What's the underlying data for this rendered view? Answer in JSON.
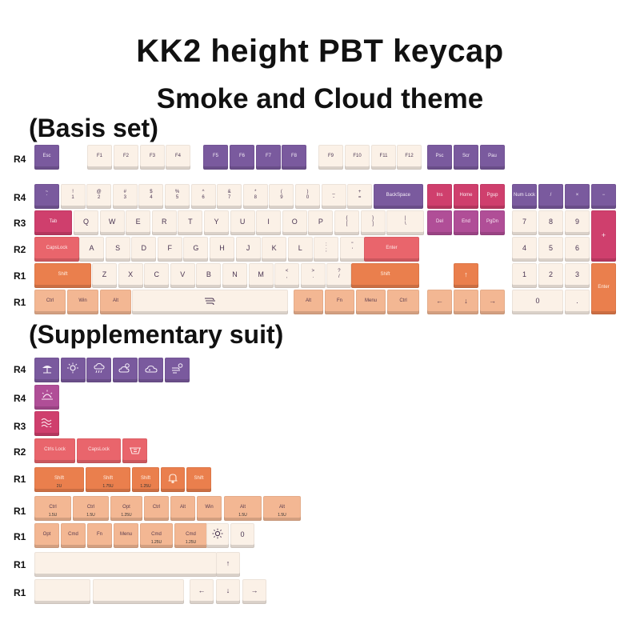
{
  "header": {
    "title": "KK2 height PBT keycap",
    "subtitle": "Smoke and Cloud theme",
    "basis_label": "(Basis set)",
    "supplementary_label": "(Supplementary suit)"
  },
  "colors": {
    "cream": "#fbf1e7",
    "purple": "#7a5a9e",
    "magenta": "#cf3f6d",
    "coral": "#e9656c",
    "orange": "#ea7f4d",
    "peach": "#f3b793",
    "violet": "#b04e97"
  },
  "basis_set": {
    "row_labels": [
      "R4",
      "R4",
      "R3",
      "R2",
      "R1",
      "R1"
    ],
    "function_row": [
      "Esc",
      "F1",
      "F2",
      "F3",
      "F4",
      "F5",
      "F6",
      "F7",
      "F8",
      "F9",
      "F10",
      "F11",
      "F12",
      "Psc",
      "Scr",
      "Pau"
    ],
    "number_row": [
      [
        "~",
        "`"
      ],
      [
        "!",
        "1"
      ],
      [
        "@",
        "2"
      ],
      [
        "#",
        "3"
      ],
      [
        "$",
        "4"
      ],
      [
        "%",
        "5"
      ],
      [
        "^",
        "6"
      ],
      [
        "&",
        "7"
      ],
      [
        "*",
        "8"
      ],
      [
        "(",
        "9"
      ],
      [
        ")",
        "0"
      ],
      [
        "_",
        "-"
      ],
      [
        "+",
        "="
      ],
      [
        "BackSpace"
      ]
    ],
    "top_row": [
      "Tab",
      "Q",
      "W",
      "E",
      "R",
      "T",
      "Y",
      "U",
      "I",
      "O",
      "P",
      [
        "{",
        "["
      ],
      [
        "}",
        "]"
      ],
      [
        "|",
        "\\"
      ]
    ],
    "home_row": [
      "CapsLock",
      "A",
      "S",
      "D",
      "F",
      "G",
      "H",
      "J",
      "K",
      "L",
      [
        ":",
        ";"
      ],
      [
        "\"",
        "'"
      ],
      "Enter"
    ],
    "bottom_row": [
      "Shift",
      "Z",
      "X",
      "C",
      "V",
      "B",
      "N",
      "M",
      [
        "<",
        ","
      ],
      [
        ">",
        "."
      ],
      [
        "?",
        "/"
      ],
      "Shift"
    ],
    "space_row": [
      "Ctrl",
      "Win",
      "Alt",
      "Alt",
      "Fn",
      "Menu",
      "Ctrl"
    ],
    "nav_cluster": [
      "Ins",
      "Home",
      "Pgup",
      "Del",
      "End",
      "PgDn"
    ],
    "arrows": [
      "↑",
      "←",
      "↓",
      "→"
    ],
    "numpad": [
      "Num Lock",
      "/",
      "×",
      "−",
      "7",
      "8",
      "9",
      "+",
      "4",
      "5",
      "6",
      "1",
      "2",
      "3",
      "Enter",
      "0",
      "."
    ]
  },
  "supplementary": {
    "row_labels": [
      "R4",
      "R4",
      "R3",
      "R2",
      "R1",
      "R1",
      "R1",
      "R1",
      "R1"
    ],
    "weather_icons": [
      "sunshade-icon",
      "sun-icon",
      "cloud-rain-icon",
      "cloud-sun-icon",
      "clouds-icon",
      "wind-sun-icon"
    ],
    "r4_icon": "sunrise-icon",
    "r3_icon": "wave-icon",
    "r2": [
      "Ctrls Lock",
      "CapsLock"
    ],
    "r2_icon": "basket-icon",
    "r1_shift": [
      {
        "label": "Shift",
        "size": "2U"
      },
      {
        "label": "Shift",
        "size": "1.75U"
      },
      {
        "label": "Shift",
        "size": "1.25U"
      },
      {
        "label": "Shift"
      }
    ],
    "r1_shift_icon": "bell-icon",
    "r1_mods": [
      {
        "label": "Ctrl",
        "size": "1.5U"
      },
      {
        "label": "Ctrl",
        "size": "1.5U"
      },
      {
        "label": "Opt",
        "size": "1.25U"
      },
      {
        "label": "Ctrl"
      },
      {
        "label": "Alt"
      },
      {
        "label": "Win"
      },
      {
        "label": "Alt",
        "size": "1.5U"
      },
      {
        "label": "Alt",
        "size": "1.5U"
      }
    ],
    "r1_mac": [
      {
        "label": "Opt"
      },
      {
        "label": "Cmd"
      },
      {
        "label": "Fn"
      },
      {
        "label": "Menu"
      },
      {
        "label": "Cmd",
        "size": "1.25U"
      },
      {
        "label": "Cmd",
        "size": "1.25U"
      },
      {
        "label": "0"
      }
    ],
    "r1_mac_icon": "sun-burst-icon",
    "arrows": [
      "↑",
      "←",
      "↓",
      "→"
    ]
  }
}
